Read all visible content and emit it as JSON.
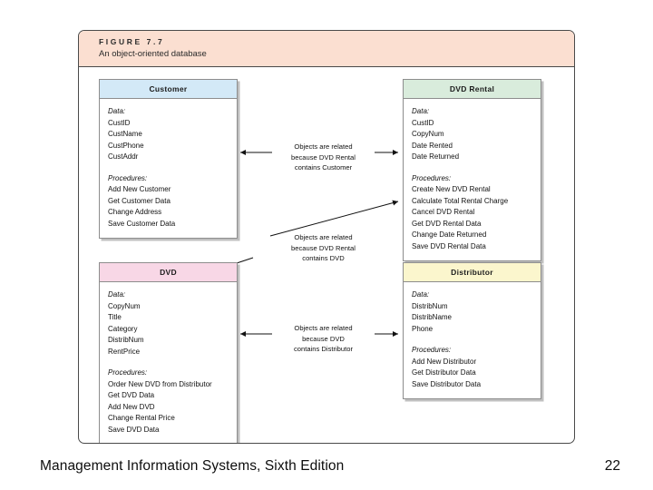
{
  "figure": {
    "label": "FIGURE 7.7",
    "subtitle": "An object-oriented database",
    "caption_bar_color": "#fbdfd1",
    "frame_border_color": "#4a4a4a"
  },
  "entities": [
    {
      "name": "customer",
      "title": "Customer",
      "header_color": "#d3e9f7",
      "data_label": "Data:",
      "data_fields": [
        "CustID",
        "CustName",
        "CustPhone",
        "CustAddr"
      ],
      "procedures_label": "Procedures:",
      "procedures": [
        "Add New Customer",
        "Get Customer Data",
        "Change Address",
        "Save Customer Data"
      ]
    },
    {
      "name": "dvd-rental",
      "title": "DVD Rental",
      "header_color": "#d9ecdc",
      "data_label": "Data:",
      "data_fields": [
        "CustID",
        "CopyNum",
        "Date Rented",
        "Date Returned"
      ],
      "procedures_label": "Procedures:",
      "procedures": [
        "Create New DVD Rental",
        "Calculate Total Rental Charge",
        "Cancel DVD Rental",
        "Get DVD Rental Data",
        "Change Date Returned",
        "Save DVD Rental Data"
      ]
    },
    {
      "name": "dvd",
      "title": "DVD",
      "header_color": "#f8d7e6",
      "data_label": "Data:",
      "data_fields": [
        "CopyNum",
        "Title",
        "Category",
        "DistribNum",
        "RentPrice"
      ],
      "procedures_label": "Procedures:",
      "procedures": [
        "Order New DVD from Distributor",
        "Get DVD Data",
        "Add New DVD",
        "Change Rental Price",
        "Save DVD Data"
      ]
    },
    {
      "name": "distributor",
      "title": "Distributor",
      "header_color": "#fbf6cd",
      "data_label": "Data:",
      "data_fields": [
        "DistribNum",
        "DistribName",
        "Phone"
      ],
      "procedures_label": "Procedures:",
      "procedures": [
        "Add New Distributor",
        "Get Distributor Data",
        "Save Distributor Data"
      ]
    }
  ],
  "relationships": [
    {
      "name": "rental-contains-customer",
      "lines": [
        "Objects are related",
        "because DVD Rental",
        "contains Customer"
      ],
      "arrow": "horizontal-double"
    },
    {
      "name": "rental-contains-dvd",
      "lines": [
        "Objects are related",
        "because DVD Rental",
        "contains DVD"
      ],
      "arrow": "diagonal-double"
    },
    {
      "name": "dvd-contains-distributor",
      "lines": [
        "Objects are related",
        "because DVD",
        "contains Distributor"
      ],
      "arrow": "horizontal-double"
    }
  ],
  "footer": {
    "title": "Management Information Systems, Sixth Edition",
    "page": "22"
  }
}
